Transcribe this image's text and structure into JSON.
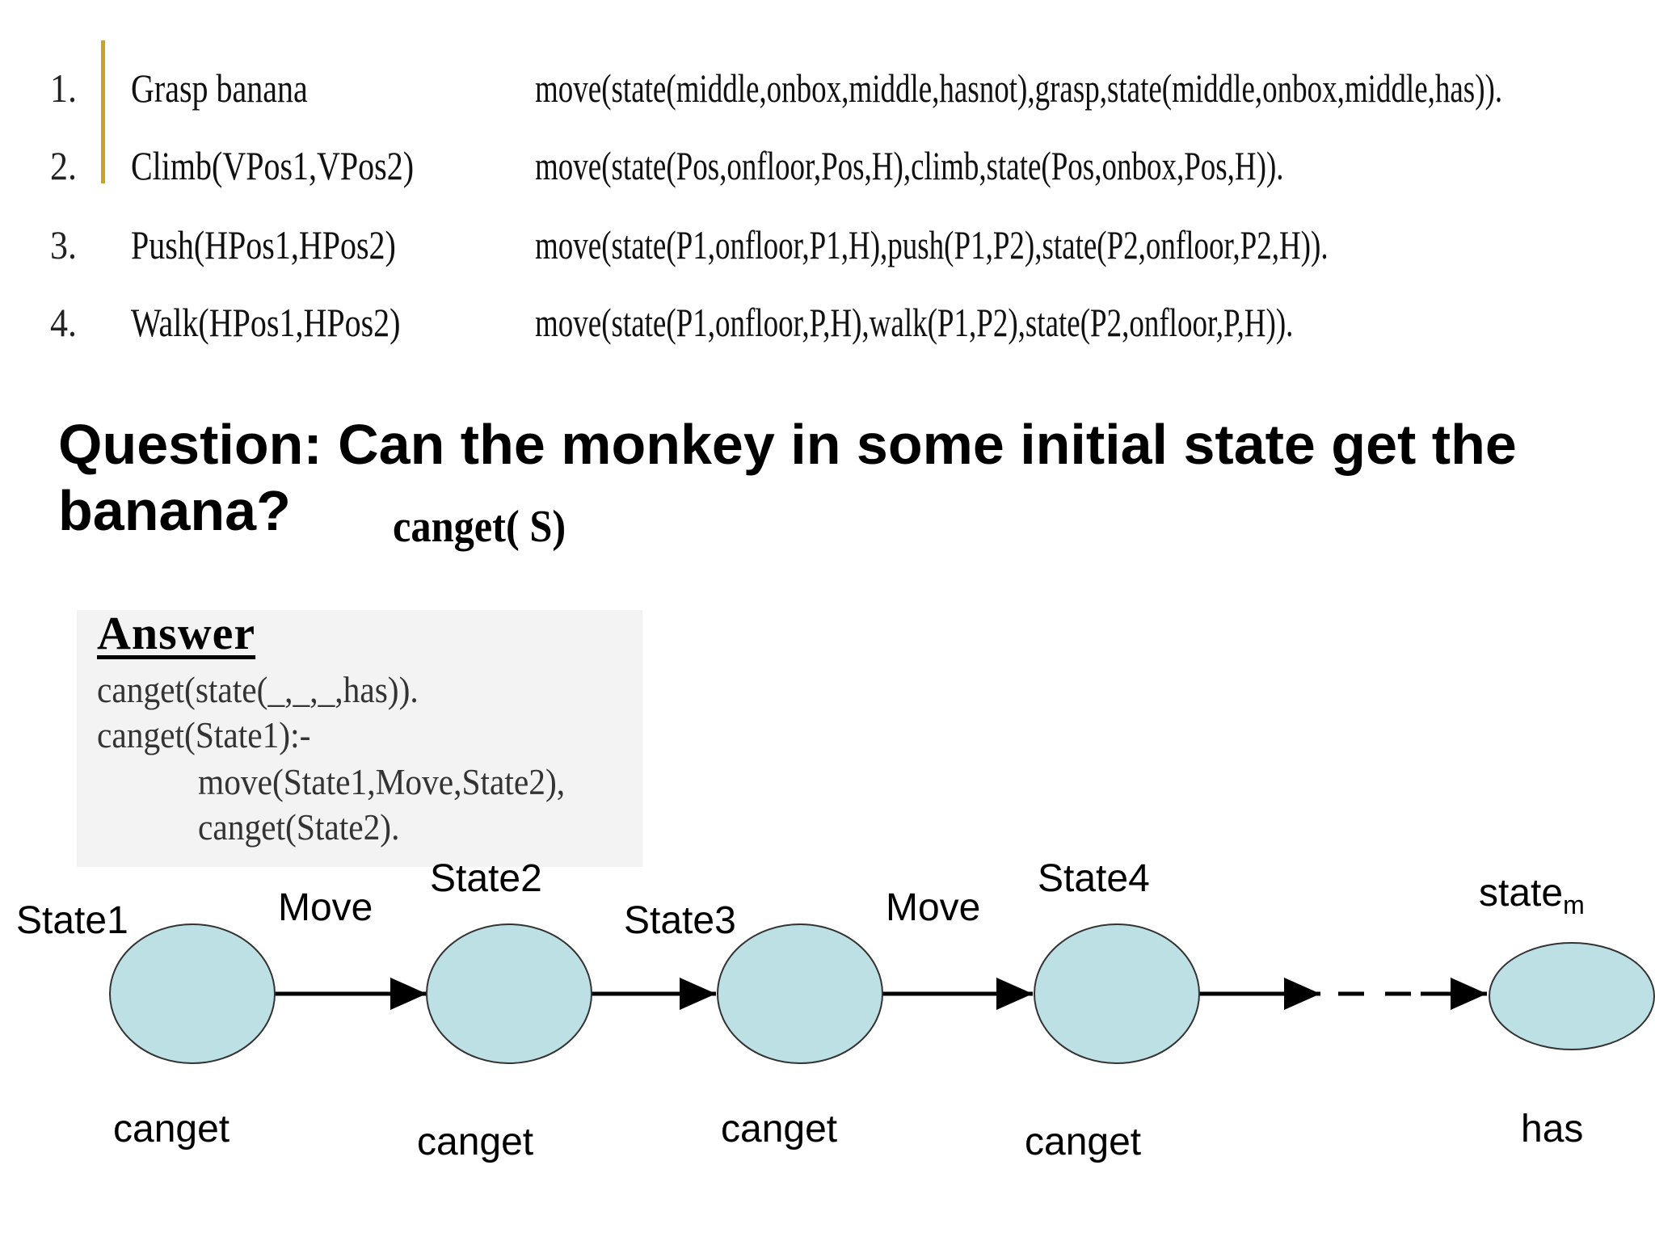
{
  "rules": [
    {
      "num": "1.",
      "name": "Grasp banana",
      "definition": "move(state(middle,onbox,middle,hasnot),grasp,state(middle,onbox,middle,has))."
    },
    {
      "num": "2.",
      "name": "Climb(VPos1,VPos2)",
      "definition": "move(state(Pos,onfloor,Pos,H),climb,state(Pos,onbox,Pos,H))."
    },
    {
      "num": "3.",
      "name": "Push(HPos1,HPos2)",
      "definition": "move(state(P1,onfloor,P1,H),push(P1,P2),state(P2,onfloor,P2,H))."
    },
    {
      "num": "4.",
      "name": "Walk(HPos1,HPos2)",
      "definition": "move(state(P1,onfloor,P,H),walk(P1,P2),state(P2,onfloor,P,H))."
    }
  ],
  "question": {
    "line1": "Question: Can the monkey in some initial state get the",
    "line2": "banana?",
    "goal": "canget( S)"
  },
  "answer": {
    "title": "Answer",
    "lines": [
      "canget(state(_,_,_,has)).",
      "canget(State1):-",
      "move(State1,Move,State2),",
      "canget(State2)."
    ]
  },
  "diagram": {
    "nodes": [
      {
        "state_label": "State1",
        "bottom_label": "canget"
      },
      {
        "state_label": "State2",
        "bottom_label": "canget"
      },
      {
        "state_label": "State3",
        "bottom_label": "canget"
      },
      {
        "state_label": "State4",
        "bottom_label": "canget"
      },
      {
        "state_label": "state",
        "state_sub": "m",
        "bottom_label": "has"
      }
    ],
    "edge_labels": [
      "Move",
      "Move"
    ],
    "node_fill": "#bde0e4",
    "node_stroke": "#333333"
  }
}
